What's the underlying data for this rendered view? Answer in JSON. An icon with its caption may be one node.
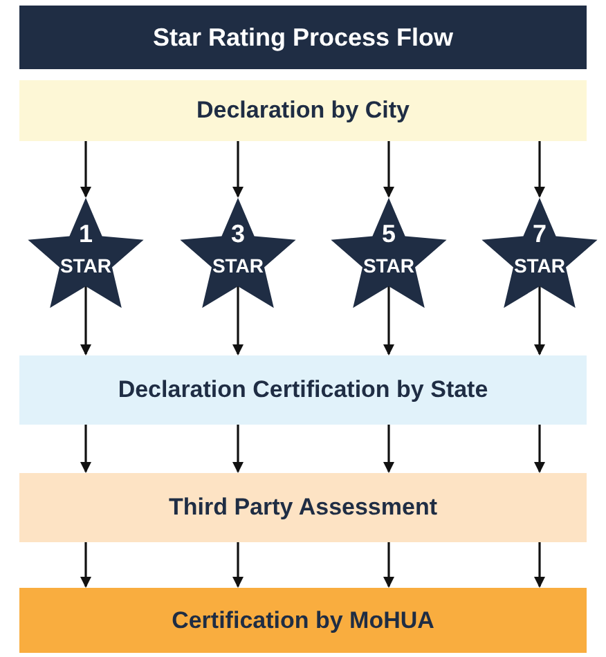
{
  "diagram": {
    "title": "Star Rating Process Flow",
    "nodes": [
      {
        "text": [
          "Declaration by City"
        ]
      },
      {
        "text": [
          "1",
          "STAR"
        ]
      },
      {
        "text": [
          "3",
          "STAR"
        ]
      },
      {
        "text": [
          "5",
          "STAR"
        ]
      },
      {
        "text": [
          "7",
          "STAR"
        ]
      },
      {
        "text": [
          "Declaration Certification by State"
        ]
      },
      {
        "text": [
          "Third Party Assessment"
        ]
      },
      {
        "text": [
          "Certification by MoHUA"
        ]
      }
    ],
    "edges": [
      {
        "from": 0,
        "to": 1,
        "arrow": "to"
      },
      {
        "from": 0,
        "to": 2,
        "arrow": "to"
      },
      {
        "from": 0,
        "to": 3,
        "arrow": "to"
      },
      {
        "from": 0,
        "to": 4,
        "arrow": "to"
      },
      {
        "from": 1,
        "to": 5,
        "arrow": "to"
      },
      {
        "from": 2,
        "to": 5,
        "arrow": "to"
      },
      {
        "from": 3,
        "to": 5,
        "arrow": "to"
      },
      {
        "from": 4,
        "to": 5,
        "arrow": "to"
      },
      {
        "from": 5,
        "to": 6,
        "arrow": "to"
      },
      {
        "from": 5,
        "to": 6,
        "arrow": "to"
      },
      {
        "from": 5,
        "to": 6,
        "arrow": "to"
      },
      {
        "from": 5,
        "to": 6,
        "arrow": "to"
      },
      {
        "from": 6,
        "to": 7,
        "arrow": "to"
      },
      {
        "from": 6,
        "to": 7,
        "arrow": "to"
      },
      {
        "from": 6,
        "to": 7,
        "arrow": "to"
      },
      {
        "from": 6,
        "to": 7,
        "arrow": "to"
      }
    ]
  }
}
